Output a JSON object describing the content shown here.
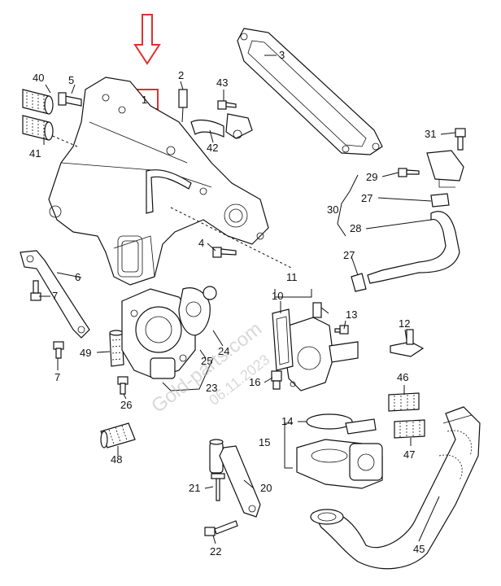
{
  "watermark": {
    "site": "Gold-parts.com",
    "date": "06.11.2023"
  },
  "highlight": {
    "label": "1",
    "color": "#e03030"
  },
  "labels": {
    "l1": "1",
    "l2": "2",
    "l3": "3",
    "l4": "4",
    "l5": "5",
    "l6": "6",
    "l7a": "7",
    "l7b": "7",
    "l10": "10",
    "l11": "11",
    "l12": "12",
    "l13": "13",
    "l14": "14",
    "l15": "15",
    "l16": "16",
    "l20": "20",
    "l21": "21",
    "l22": "22",
    "l23": "23",
    "l24": "24",
    "l25": "25",
    "l26": "26",
    "l27a": "27",
    "l27b": "27",
    "l28": "28",
    "l29": "29",
    "l30": "30",
    "l31": "31",
    "l40": "40",
    "l41": "41",
    "l42": "42",
    "l43": "43",
    "l45": "45",
    "l46": "46",
    "l47": "47",
    "l48": "48",
    "l49": "49"
  }
}
